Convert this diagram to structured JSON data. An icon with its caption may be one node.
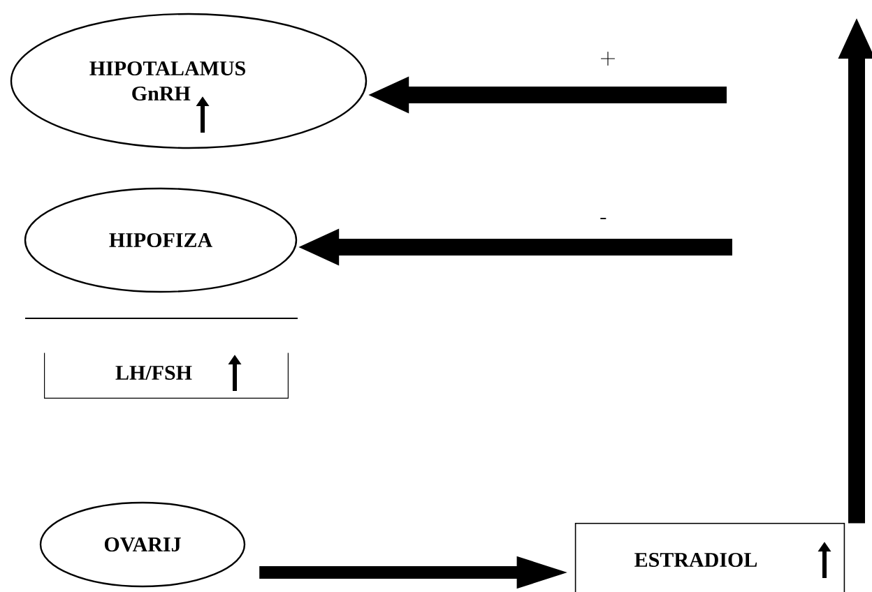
{
  "diagram": {
    "nodes": [
      {
        "text": [
          "HIPOTALAMUS",
          "GnRH"
        ]
      },
      {
        "text": [
          "HIPOFIZA"
        ]
      },
      {
        "text": [
          "LH/FSH"
        ]
      },
      {
        "text": [
          "OVARIJ"
        ]
      },
      {
        "text": [
          "ESTRADIOL"
        ]
      }
    ],
    "edges": [
      {
        "from": 3,
        "to": 4,
        "arrow": "to"
      },
      {
        "from": 4,
        "to": null,
        "arrow": "to"
      },
      {
        "from": null,
        "to": 0,
        "arrow": "to",
        "label": "+"
      },
      {
        "from": null,
        "to": 1,
        "arrow": "to",
        "label": "-"
      }
    ]
  }
}
